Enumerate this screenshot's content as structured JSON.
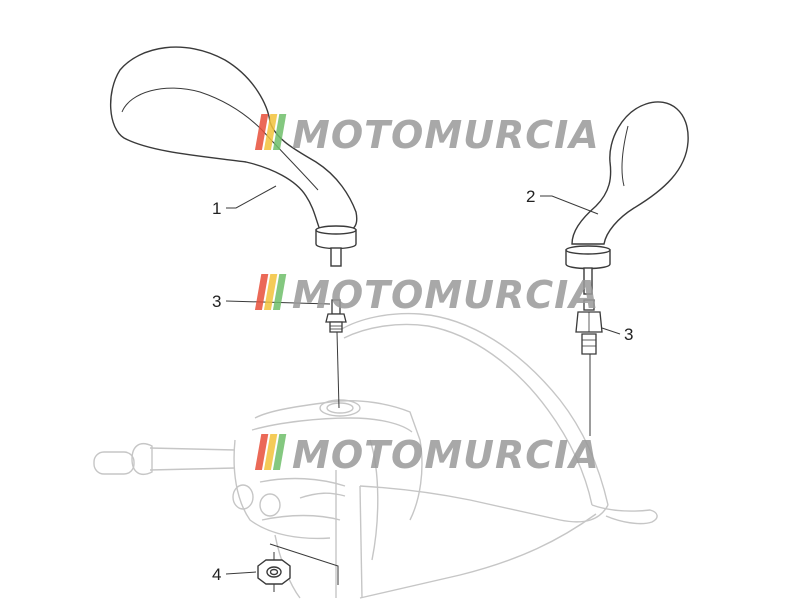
{
  "diagram": {
    "parts": [
      {
        "number": "1",
        "name": "mirror-left"
      },
      {
        "number": "2",
        "name": "mirror-right"
      },
      {
        "number": "3",
        "name": "adapter-screw-left"
      },
      {
        "number": "3",
        "name": "adapter-screw-right"
      },
      {
        "number": "4",
        "name": "nut"
      }
    ],
    "watermark": {
      "text": "MOTOMURCIA",
      "stripe_colors": [
        "#e8503a",
        "#f3c33b",
        "#6fbf6a"
      ],
      "text_color": "#9a9a9a"
    },
    "line_color": "#3a3a3a",
    "faint_line_color": "#c8c8c8"
  }
}
